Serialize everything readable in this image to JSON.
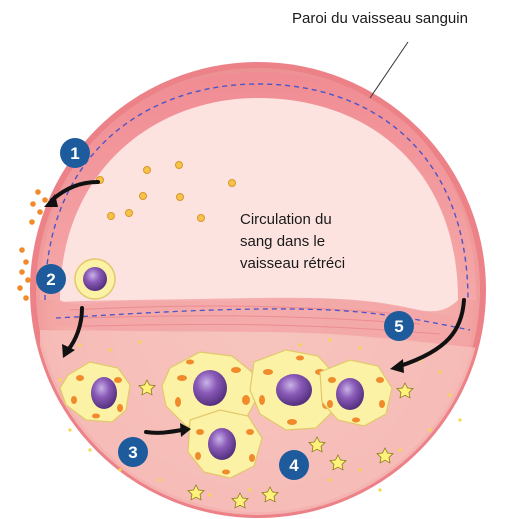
{
  "labels": {
    "wall": "Paroi du vaisseau sanguin",
    "flow_line1": "Circulation du",
    "flow_line2": "sang dans le",
    "flow_line3": "vaisseau rétréci"
  },
  "steps": [
    "1",
    "2",
    "3",
    "4",
    "5"
  ],
  "colors": {
    "wall": "#f19aa0",
    "wall_dark": "#e4666f",
    "lumen": "#fde3e0",
    "tissue": "#f6b6b0",
    "membrane_dash": "#4a55c8",
    "lipid": "#f6c34a",
    "cell_body": "#fbf2a6",
    "cell_spots": "#f08a2a",
    "nucleus": "#8b5ab5",
    "step_badge": "#1e5b9c",
    "arrow": "#111111",
    "star": "#fff27a"
  }
}
